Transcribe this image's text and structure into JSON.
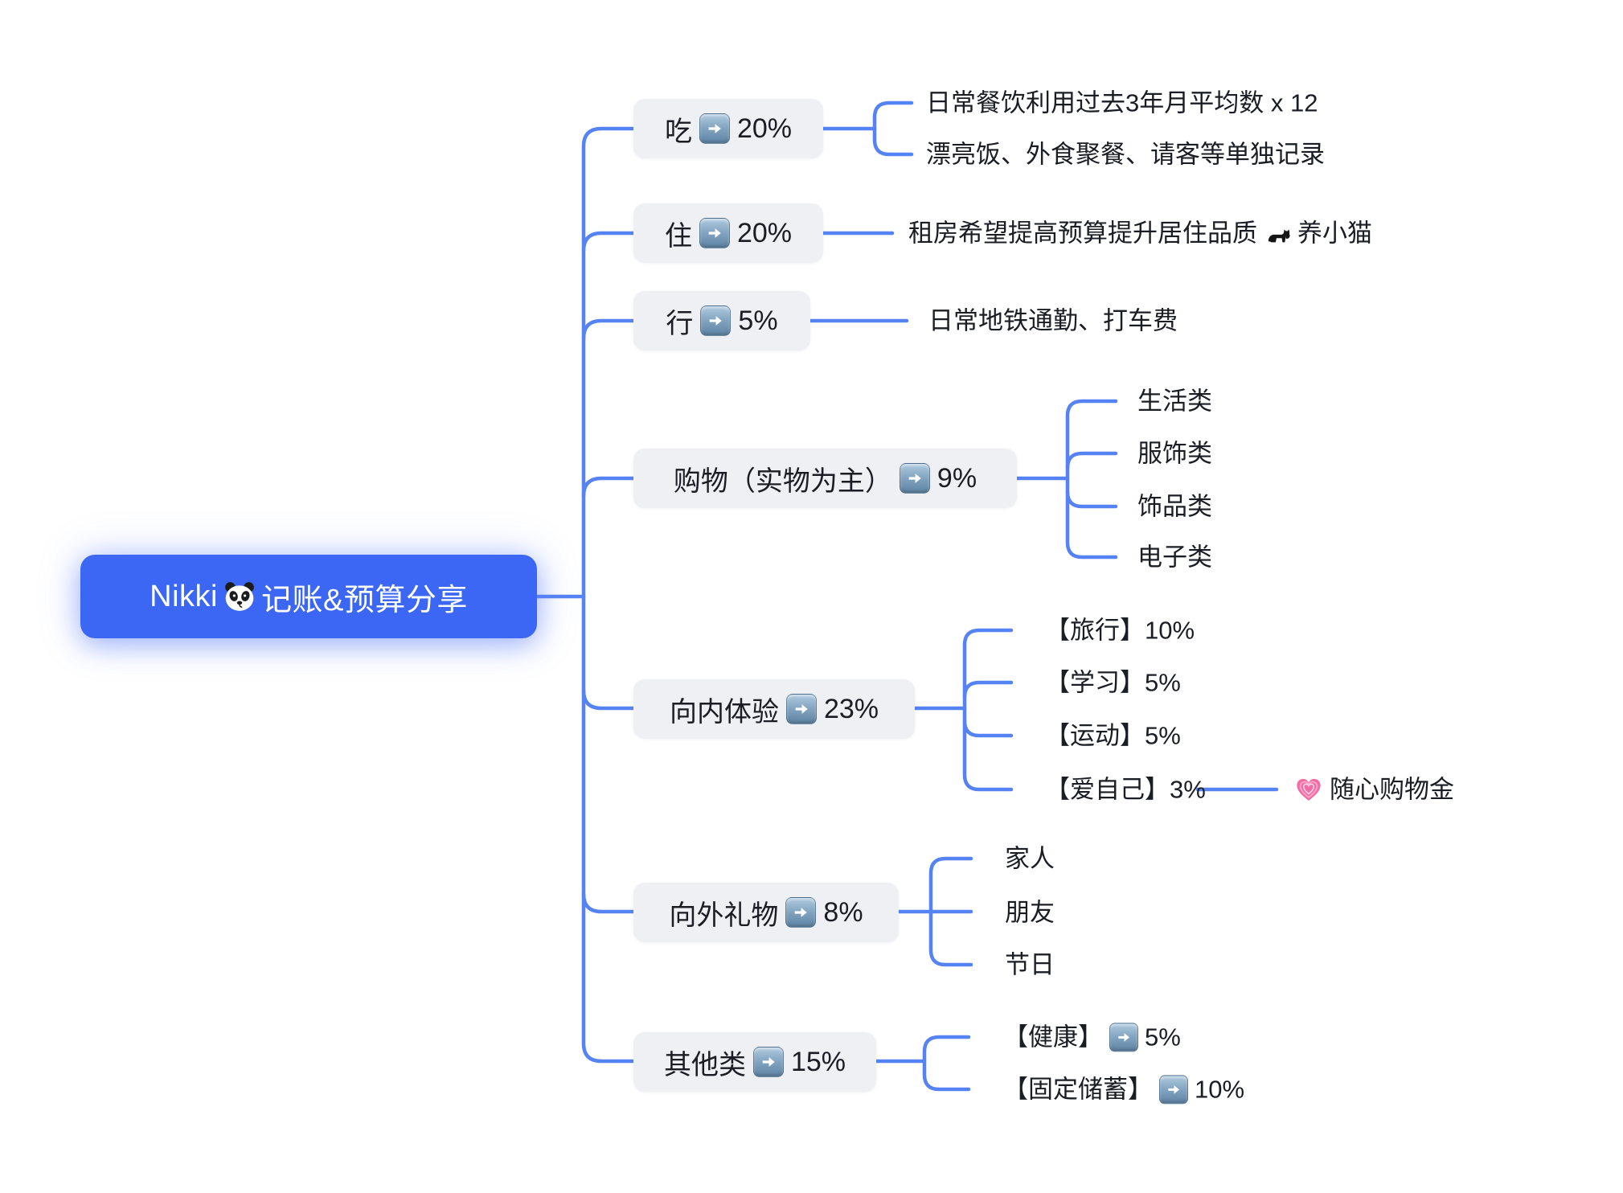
{
  "colors": {
    "root_bg": "#3B67F4",
    "connector": "#5583F4",
    "branch_bg": "#EEF0F4",
    "text_dark": "#1A1D24",
    "root_text": "#FFFFFF",
    "arrow_emoji": "#7FA2BF",
    "heart_pink": "#F56BA5"
  },
  "root": {
    "title_prefix": "Nikki",
    "icon": "panda-emoji",
    "title_suffix": "记账&预算分享"
  },
  "branches": [
    {
      "label": "吃",
      "icon": "right-arrow-emoji",
      "pct": "20%",
      "children": [
        {
          "text": "日常餐饮利用过去3年月平均数 x 12"
        },
        {
          "text": "漂亮饭、外食聚餐、请客等单独记录"
        }
      ]
    },
    {
      "label": "住",
      "icon": "right-arrow-emoji",
      "pct": "20%",
      "children": [
        {
          "text": "租房希望提高预算提升居住品质",
          "icon": "black-cat-emoji",
          "text_after": "养小猫"
        }
      ]
    },
    {
      "label": "行",
      "icon": "right-arrow-emoji",
      "pct": "5%",
      "children": [
        {
          "text": "日常地铁通勤、打车费"
        }
      ]
    },
    {
      "label": "购物（实物为主）",
      "icon": "right-arrow-emoji",
      "pct": "9%",
      "children": [
        {
          "text": "生活类"
        },
        {
          "text": "服饰类"
        },
        {
          "text": "饰品类"
        },
        {
          "text": "电子类"
        }
      ]
    },
    {
      "label": "向内体验",
      "icon": "right-arrow-emoji",
      "pct": "23%",
      "children": [
        {
          "text": "【旅行】10%"
        },
        {
          "text": "【学习】5%"
        },
        {
          "text": "【运动】5%"
        },
        {
          "text": "【爱自己】3%",
          "grandchild": {
            "icon": "growing-heart-emoji",
            "text": "随心购物金"
          }
        }
      ]
    },
    {
      "label": "向外礼物",
      "icon": "right-arrow-emoji",
      "pct": "8%",
      "children": [
        {
          "text": "家人"
        },
        {
          "text": "朋友"
        },
        {
          "text": "节日"
        }
      ]
    },
    {
      "label": "其他类",
      "icon": "right-arrow-emoji",
      "pct": "15%",
      "children": [
        {
          "label": "【健康】",
          "icon": "right-arrow-emoji",
          "pct": "5%"
        },
        {
          "label": "【固定储蓄】",
          "icon": "right-arrow-emoji",
          "pct": "10%"
        }
      ]
    }
  ]
}
